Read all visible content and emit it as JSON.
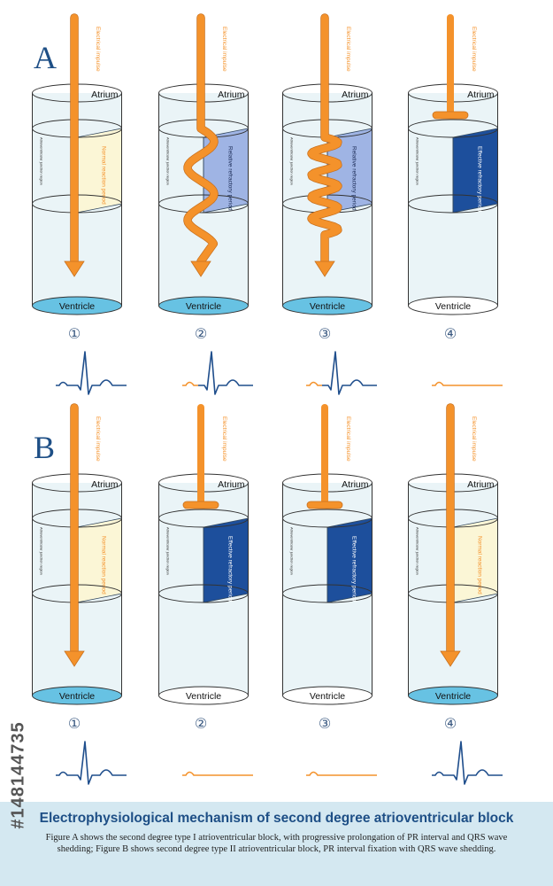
{
  "colors": {
    "arrow": "#f4922b",
    "arrow_dark": "#c8701e",
    "ecg_blue": "#1f4e8c",
    "ecg_orange": "#f4922b",
    "panel_letter": "#1e4f86",
    "ventricle_fill": "#67c2e3",
    "pale_fill": "#eaf4f7",
    "normal_zone": "#fbf6d6",
    "relative_zone": "#9fb4e4",
    "effective_zone": "#1d4f9c",
    "caption_bg": "#d4e8f1"
  },
  "labels": {
    "atrium": "Atrium",
    "ventricle": "Ventricle",
    "impulse": "Electrical impulse",
    "junction": "Atrioventricular junction region",
    "normal": "Normal reaction period",
    "relative": "Relative refractory period",
    "effective": "Effective refractory period"
  },
  "panels": [
    {
      "letter": "A",
      "items": [
        {
          "number": "①",
          "zone": "normal",
          "zone_label": "Normal reaction period",
          "arrow": "straight",
          "ventricle": "filled",
          "ecg": "full",
          "ecg_p_color": "blue"
        },
        {
          "number": "②",
          "zone": "relative",
          "zone_label": "Relative refractory period",
          "arrow": "wave",
          "ventricle": "filled",
          "ecg": "full",
          "ecg_p_color": "orange"
        },
        {
          "number": "③",
          "zone": "relative",
          "zone_label": "Relative refractory period",
          "arrow": "wave_tight",
          "ventricle": "filled",
          "ecg": "full",
          "ecg_p_color": "orange"
        },
        {
          "number": "④",
          "zone": "effective",
          "zone_label": "Effective refractory period",
          "arrow": "blocked",
          "ventricle": "empty",
          "ecg": "p_only",
          "ecg_p_color": "orange"
        }
      ]
    },
    {
      "letter": "B",
      "items": [
        {
          "number": "①",
          "zone": "normal",
          "zone_label": "Normal reaction period",
          "arrow": "straight",
          "ventricle": "filled",
          "ecg": "full",
          "ecg_p_color": "blue"
        },
        {
          "number": "②",
          "zone": "effective",
          "zone_label": "Effective refractory period",
          "arrow": "blocked",
          "ventricle": "empty",
          "ecg": "p_only",
          "ecg_p_color": "orange"
        },
        {
          "number": "③",
          "zone": "effective",
          "zone_label": "Effective refractory period",
          "arrow": "blocked",
          "ventricle": "empty",
          "ecg": "p_only",
          "ecg_p_color": "orange"
        },
        {
          "number": "④",
          "zone": "normal",
          "zone_label": "Normal reaction period",
          "arrow": "straight",
          "ventricle": "filled",
          "ecg": "full",
          "ecg_p_color": "blue"
        }
      ]
    }
  ],
  "caption": {
    "title": "Electrophysiological mechanism of second degree atrioventricular block",
    "description": "Figure A shows the second degree type I atrioventricular block, with progressive prolongation of PR interval and QRS wave shedding; Figure B shows second degree type II atrioventricular block, PR interval fixation with QRS wave shedding."
  },
  "watermark_id": "#148144735"
}
